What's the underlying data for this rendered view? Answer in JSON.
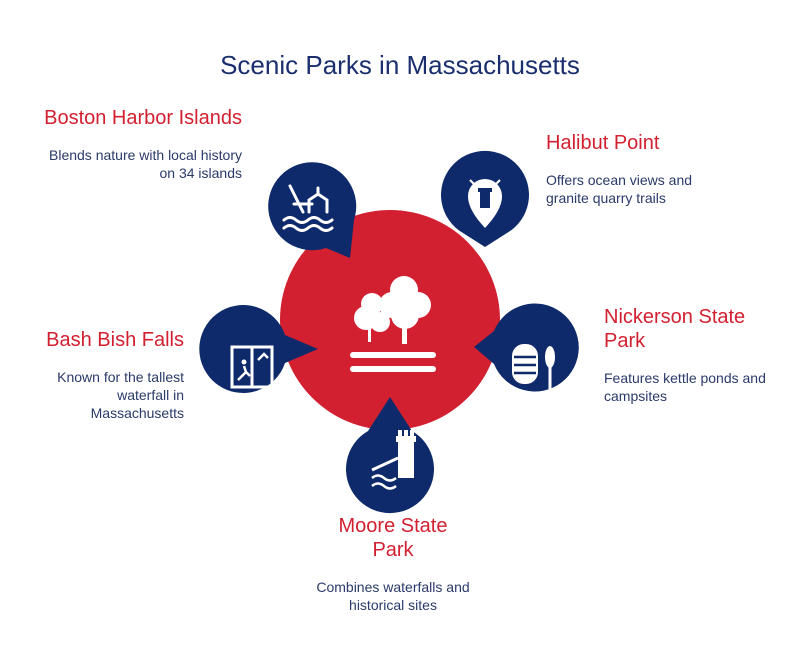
{
  "title": "Scenic Parks in Massachusetts",
  "colors": {
    "navy": "#0e2a6b",
    "red": "#d22030",
    "white": "#ffffff"
  },
  "center_icon": "trees-landscape-icon",
  "parks": [
    {
      "name": "Boston Harbor Islands",
      "description": "Blends nature with local history on 34 islands",
      "icon": "harbor-rowing-icon"
    },
    {
      "name": "Halibut Point",
      "description": "Offers ocean views and granite quarry trails",
      "icon": "lighthouse-pin-icon"
    },
    {
      "name": "Nickerson State Park",
      "description": "Features kettle ponds and campsites",
      "icon": "kayak-paddle-icon"
    },
    {
      "name": "Moore State Park",
      "description": "Combines waterfalls and historical sites",
      "icon": "tower-waterfront-icon"
    },
    {
      "name": "Bash Bish Falls",
      "description": "Known for the tallest waterfall in Massachusetts",
      "icon": "climbing-window-icon"
    }
  ]
}
